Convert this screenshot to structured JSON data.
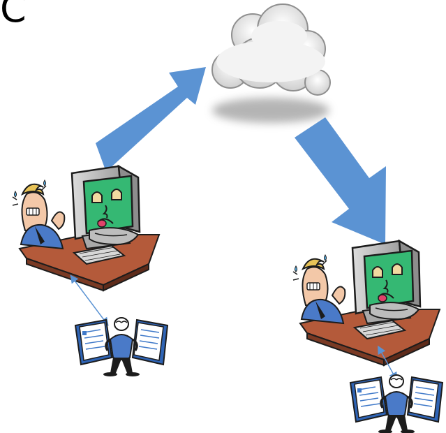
{
  "panel_label": "C",
  "colors": {
    "arrow_fill": "#5b93d3",
    "cloud_fill": "#ececec",
    "cloud_outline": "#8f8f8f",
    "desk_top": "#b45a3a",
    "monitor_case": "#c9c9c9",
    "screen": "#35b873",
    "shirt": "#4a7ac8",
    "connector": "#5b93d3",
    "document_blue": "#3f79c9"
  },
  "diagram": {
    "elements": [
      "cloud",
      "arrow-to-cloud",
      "arrow-from-cloud",
      "computer-user-left",
      "computer-user-right",
      "document-courier-left",
      "document-courier-right"
    ]
  }
}
